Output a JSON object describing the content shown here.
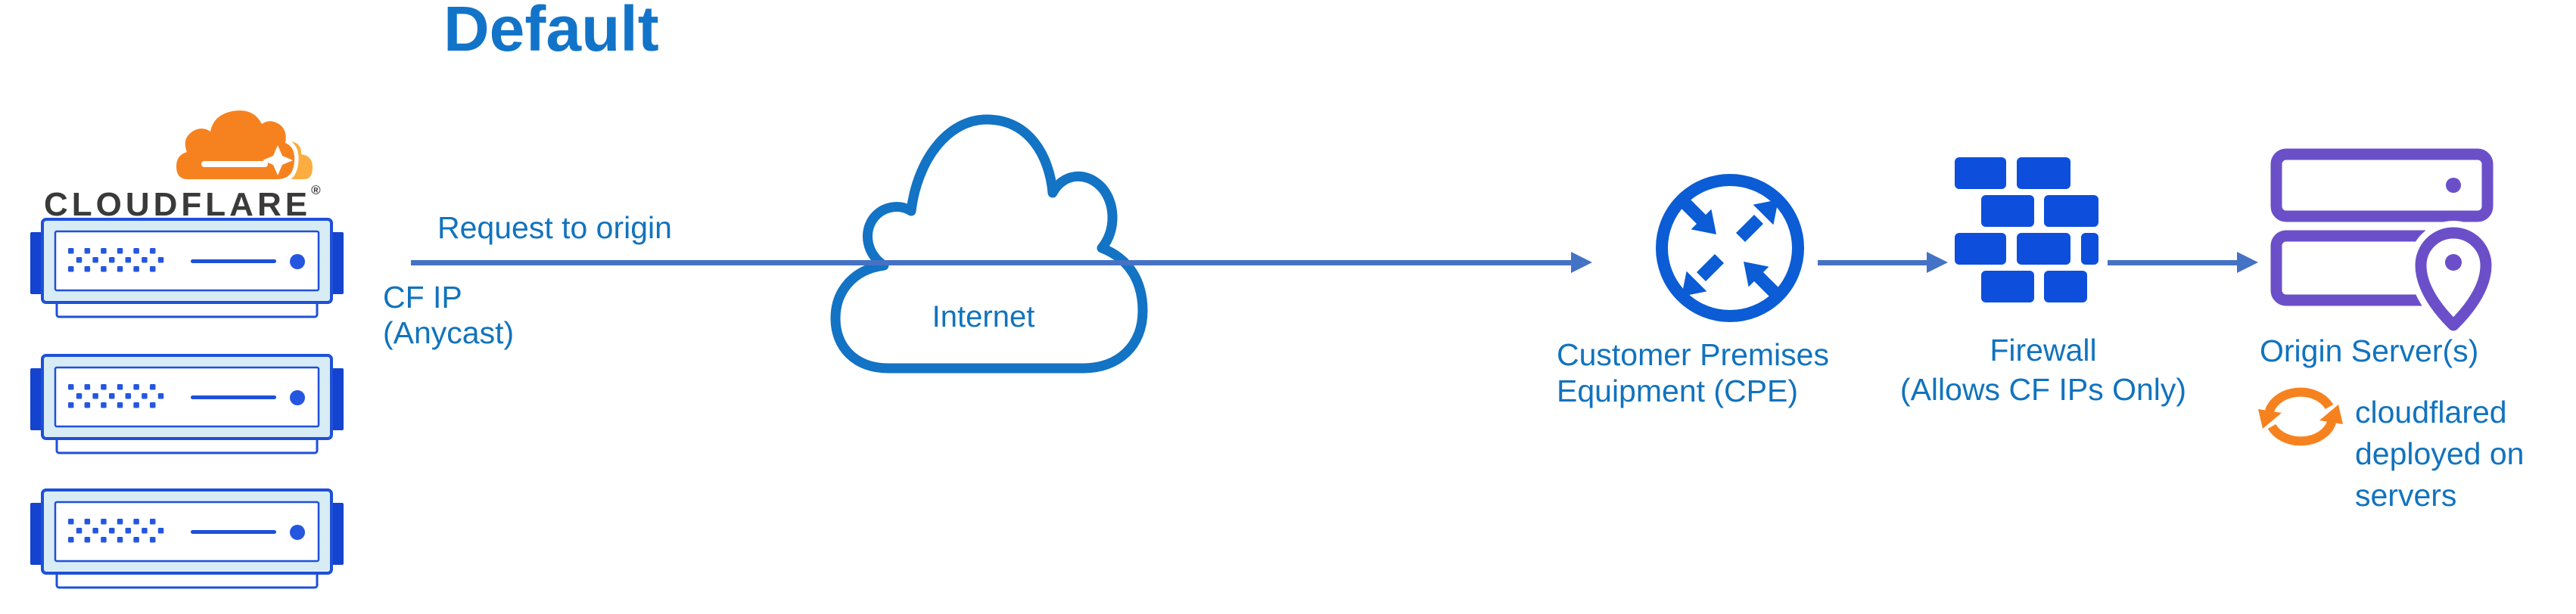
{
  "title": "Default",
  "logo": {
    "wordmark": "CLOUDFLARE",
    "registered": "®"
  },
  "flow": {
    "request_label": "Request to origin",
    "cf_ip": [
      "CF IP",
      "(Anycast)"
    ],
    "internet_label": "Internet",
    "cpe_label": [
      "Customer Premises",
      "Equipment (CPE)"
    ],
    "firewall_label": [
      "Firewall",
      "(Allows CF IPs Only)"
    ],
    "origin_label": "Origin Server(s)",
    "cloudflared_note": [
      "cloudflared",
      "deployed on",
      "servers"
    ]
  },
  "icons": {
    "cloudflare_logo": "orange-cloud-logo",
    "cf_edge_servers": "server-rack-unit x3",
    "internet": "cloud-outline",
    "cpe": "router-circle-arrows",
    "firewall": "brick-wall",
    "origin": "server-stack-with-location-pin",
    "cloudflared": "sync-circular-arrows"
  },
  "colors": {
    "title_blue": "#1274C9",
    "text_blue": "#1173BE",
    "arrow_blue": "#4472C4",
    "cloud_stroke": "#1373C4",
    "server_stroke": "#1E50D8",
    "server_tab": "#1443CF",
    "server_dot": "#2456E0",
    "server_fill": "#D8ECF6",
    "cpe_blue": "#0B5CD5",
    "firewall_blue": "#0D4FDC",
    "origin_purple": "#6B4FC9",
    "cf_orange": "#F6821F",
    "cf_orange_light": "#FBAD41",
    "wordmark_dark": "#3A3A3A"
  }
}
